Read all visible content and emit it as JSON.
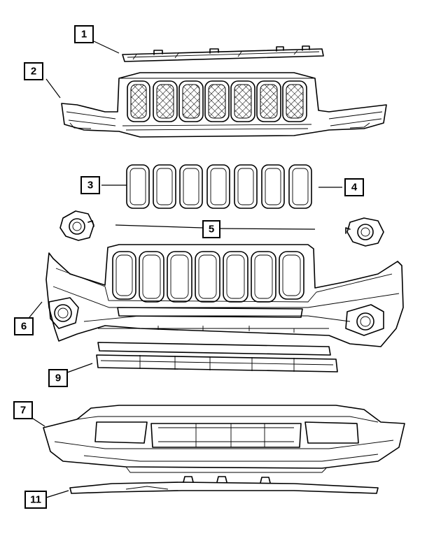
{
  "callouts": [
    {
      "id": "c1",
      "label": "1"
    },
    {
      "id": "c2",
      "label": "2"
    },
    {
      "id": "c3",
      "label": "3"
    },
    {
      "id": "c4",
      "label": "4"
    },
    {
      "id": "c5",
      "label": "5"
    },
    {
      "id": "c6",
      "label": "6"
    },
    {
      "id": "c7",
      "label": "7"
    },
    {
      "id": "c9",
      "label": "9"
    },
    {
      "id": "c11",
      "label": "11"
    }
  ]
}
